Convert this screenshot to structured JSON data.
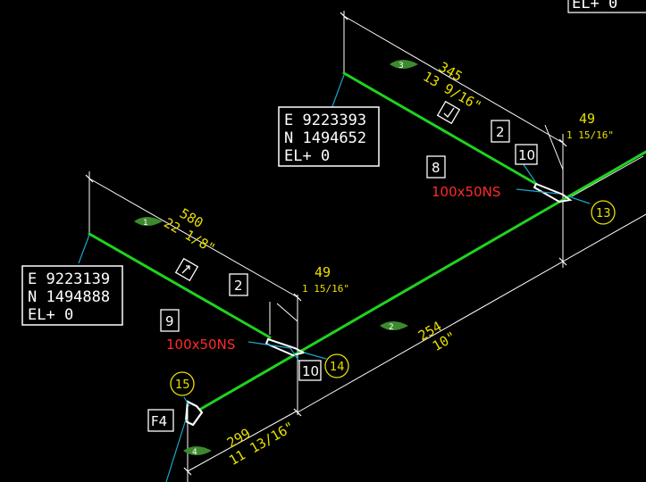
{
  "top_corner": {
    "text": "EL+ 0"
  },
  "boxes": {
    "upper": {
      "e": "E 9223393",
      "n": "N 1494652",
      "el": "EL+ 0"
    },
    "lower": {
      "e": "E 9223139",
      "n": "N 1494888",
      "el": "EL+ 0"
    }
  },
  "dims": {
    "seg3": {
      "mm": "345",
      "inch": "13 9/16\""
    },
    "seg1": {
      "mm": "580",
      "inch": "22 1/8\""
    },
    "seg2": {
      "mm": "254",
      "inch": "10\""
    },
    "seg4": {
      "mm": "299",
      "inch": "11 13/16\""
    },
    "offset_upper": {
      "mm": "49",
      "inch": "1 15/16\""
    },
    "offset_lower": {
      "mm": "49",
      "inch": "1 15/16\""
    }
  },
  "badges": {
    "b1": "1",
    "b2": "2",
    "b3": "3",
    "b4": "4"
  },
  "tags": {
    "t2_upper": "2",
    "t2_lower": "2",
    "t8": "8",
    "t9": "9",
    "t10_upper": "10",
    "t10_lower": "10",
    "tF4": "F4"
  },
  "circles": {
    "c13": "13",
    "c14": "14",
    "c15": "15"
  },
  "reducers": {
    "upper": "100x50NS",
    "lower": "100x50NS"
  },
  "colors": {
    "pipe": "#1fd31f",
    "dim": "#e8e000",
    "red": "#ff2a2a",
    "leader": "#1aa7c9",
    "badge": "#3d8a2e"
  }
}
